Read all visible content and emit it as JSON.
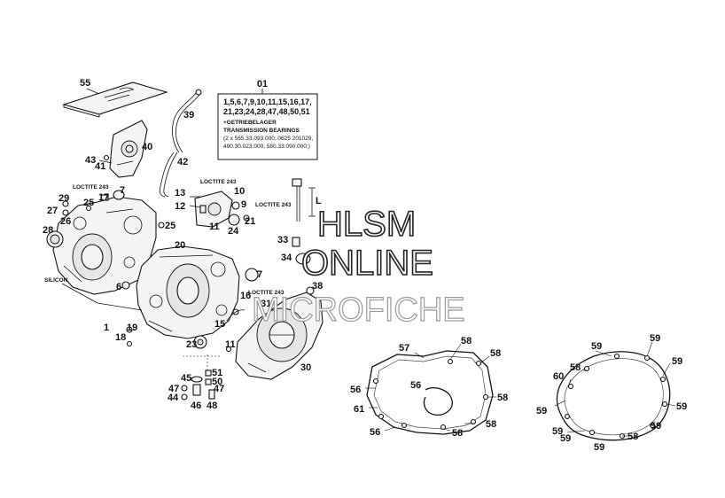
{
  "kit": {
    "number": "01",
    "parts_line1": "1,5,6,7,9,10,11,15,16,17,",
    "parts_line2": "21,23,24,28,47,48,50,51",
    "line3": "+GETRIEBELAGER",
    "line4": "TRANSMISSION BEARINGS",
    "line5": "(2 x 565.33.093.000, 0625 201029,",
    "line6": "490.30.023.000, 580.33.090.000;)"
  },
  "notes": {
    "loctite_a": "LOCTITE 243",
    "loctite_b": "LOCTITE 243",
    "loctite_c": "LOCTITE 243",
    "loctite_d": "LOCTITE 243",
    "silicon": "SILICON",
    "dim_l": "L"
  },
  "watermark": {
    "line1": "HLSM",
    "line2": "ONLINE",
    "line3": "MICROFICHE"
  },
  "callouts": {
    "c55": "55",
    "c39": "39",
    "c40": "40",
    "c42": "42",
    "c43": "43",
    "c41": "41",
    "c29": "29",
    "c17": "17",
    "c7a": "7",
    "c25a": "25",
    "c27": "27",
    "c26": "26",
    "c28": "28",
    "c13": "13",
    "c10": "10",
    "c12": "12",
    "c9": "9",
    "c11a": "11",
    "c24": "24",
    "c21": "21",
    "c33": "33",
    "c34": "34",
    "c20": "20",
    "c25b": "25",
    "c6": "6",
    "c7b": "7",
    "c16": "16",
    "c38": "38",
    "c31": "31",
    "c15": "15",
    "c1": "1",
    "c19": "19",
    "c18": "18",
    "c23": "23",
    "c11b": "11",
    "c30": "30",
    "c51": "51",
    "c50": "50",
    "c45": "45",
    "c47a": "47",
    "c47b": "47",
    "c44": "44",
    "c46": "46",
    "c48": "48",
    "c57": "57",
    "c58a": "58",
    "c58b": "58",
    "c56a": "56",
    "c56b": "56",
    "c58c": "58",
    "c61": "61",
    "c58d": "58",
    "c56c": "56",
    "c58e": "58",
    "c59a": "59",
    "c59b": "59",
    "c59c": "59",
    "c60": "60",
    "c58f": "58",
    "c59d": "59",
    "c59e": "59",
    "c59f": "59",
    "c59g": "59",
    "c59h": "59",
    "c58g": "58",
    "c59i": "59"
  }
}
